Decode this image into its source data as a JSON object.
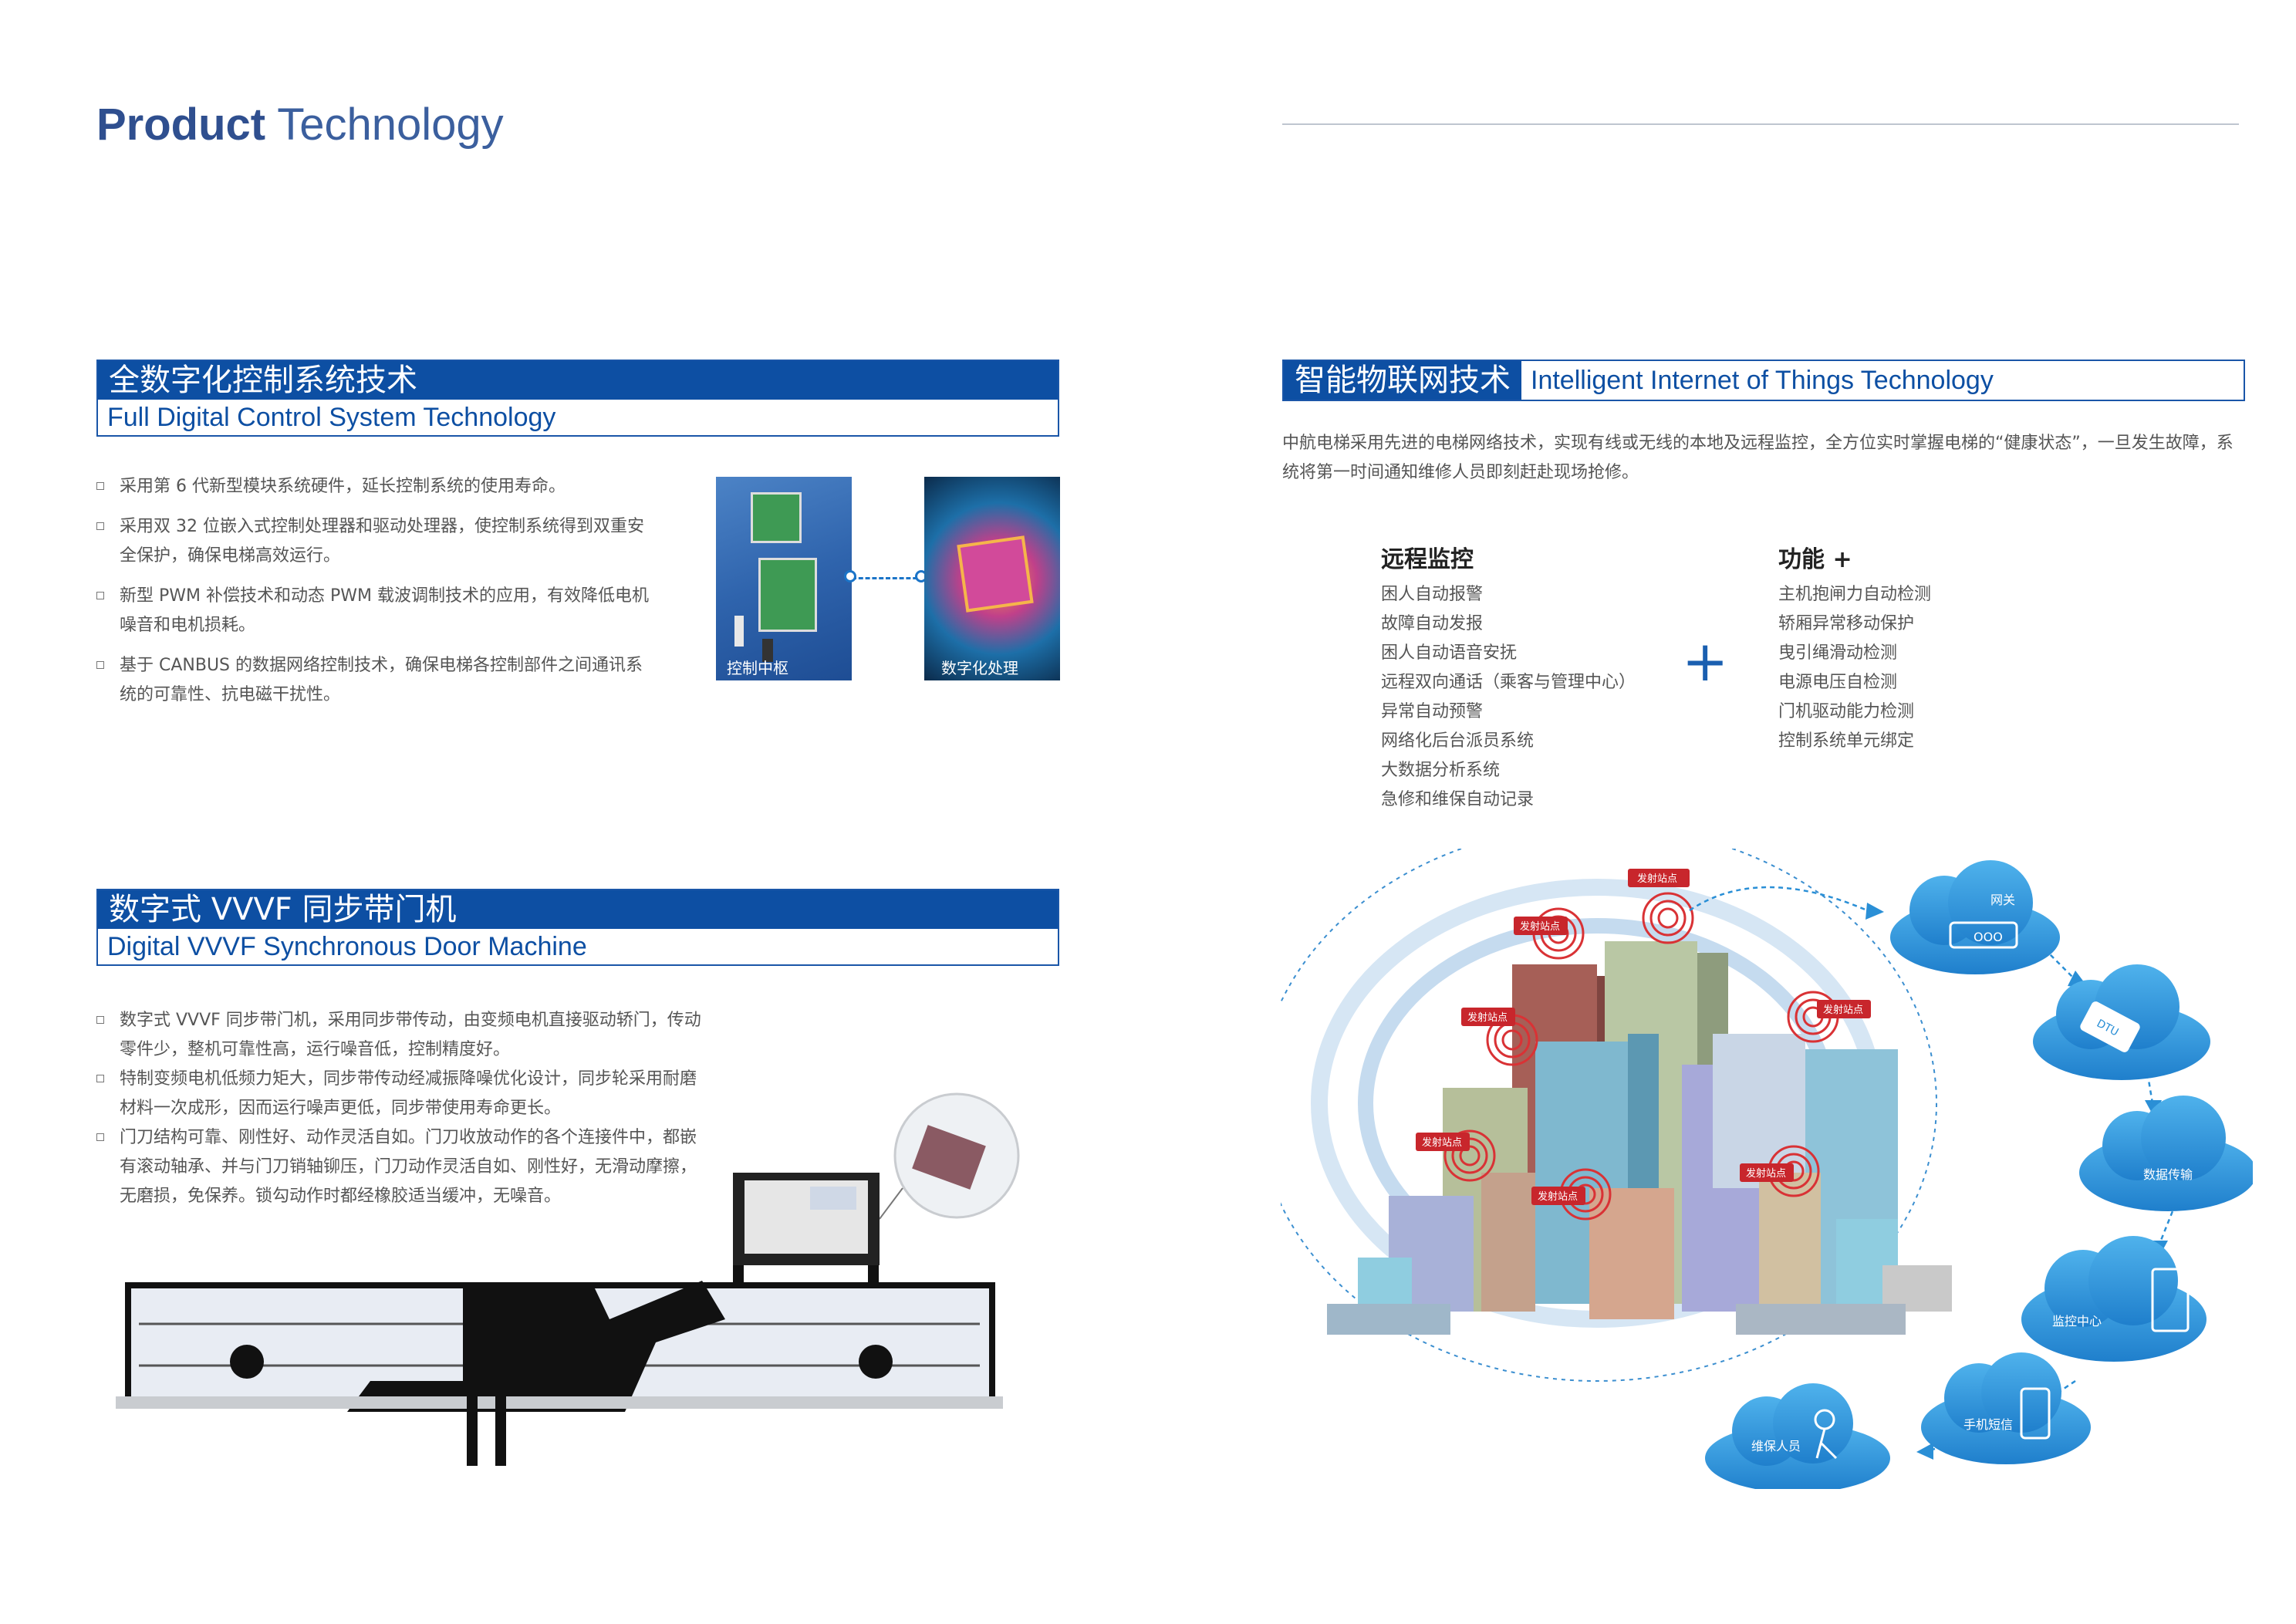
{
  "page_title": {
    "bold": "Product",
    "light": "Technology"
  },
  "section1": {
    "cn": "全数字化控制系统技术",
    "en": "Full Digital Control System Technology",
    "bullets": [
      "采用第 6 代新型模块系统硬件，延长控制系统的使用寿命。",
      "采用双 32 位嵌入式控制处理器和驱动处理器，使控制系统得到双重安全保护，确保电梯高效运行。",
      "新型 PWM 补偿技术和动态 PWM 载波调制技术的应用，有效降低电机噪音和电机损耗。",
      "基于 CANBUS 的数据网络控制技术，确保电梯各控制部件之间通讯系统的可靠性、抗电磁干扰性。"
    ],
    "image_labels": {
      "left": "控制中枢",
      "right": "数字化处理"
    }
  },
  "section2": {
    "cn": "数字式 VVVF 同步带门机",
    "en": "Digital VVVF Synchronous Door Machine",
    "bullets": [
      "数字式 VVVF 同步带门机，采用同步带传动，由变频电机直接驱动轿门，传动零件少，整机可靠性高，运行噪音低，控制精度好。",
      "特制变频电机低频力矩大，同步带传动经减振降噪优化设计，同步轮采用耐磨材料一次成形，因而运行噪声更低，同步带使用寿命更长。",
      "门刀结构可靠、刚性好、动作灵活自如。门刀收放动作的各个连接件中，都嵌有滚动轴承、并与门刀销轴铆压，门刀动作灵活自如、刚性好，无滑动摩擦，无磨损，免保养。锁勾动作时都经橡胶适当缓冲，无噪音。"
    ]
  },
  "section3": {
    "cn": "智能物联网技术",
    "en": "Intelligent Internet of Things Technology",
    "intro": "中航电梯采用先进的电梯网络技术，实现有线或无线的本地及远程监控，全方位实时掌握电梯的“健康状态”，一旦发生故障，系统将第一时间通知维修人员即刻赶赴现场抢修。",
    "remote": {
      "title": "远程监控",
      "items": [
        "困人自动报警",
        "故障自动发报",
        "困人自动语音安抚",
        "远程双向通话（乘客与管理中心）",
        "异常自动预警",
        "网络化后台派员系统",
        "大数据分析系统",
        "急修和维保自动记录"
      ]
    },
    "plus": "+",
    "functions": {
      "title": "功能 +",
      "items": [
        "主机抱闸力自动检测",
        "轿厢异常移动保护",
        "曳引绳滑动检测",
        "电源电压自检测",
        "门机驱动能力检测",
        "控制系统单元绑定"
      ]
    },
    "diagram": {
      "tag": "发射站点",
      "clouds": [
        "网关",
        "DTU",
        "数据传输",
        "监控中心",
        "手机短信",
        "维保人员"
      ],
      "gateway_digits": "OOO"
    }
  },
  "colors": {
    "brand_blue": "#0d4fa3",
    "cloud_blue": "#2a8fd6",
    "tag_red": "#c8262c"
  }
}
